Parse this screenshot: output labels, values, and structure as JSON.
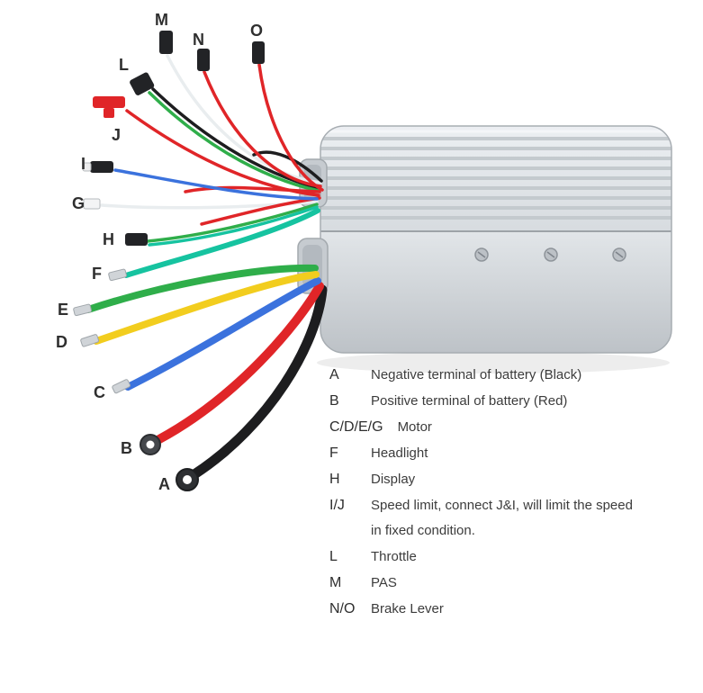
{
  "wire_labels": {
    "M": "M",
    "N": "N",
    "O": "O",
    "L": "L",
    "J": "J",
    "I": "I",
    "G": "G",
    "H": "H",
    "F": "F",
    "E": "E",
    "D": "D",
    "C": "C",
    "B": "B",
    "A": "A"
  },
  "legend": {
    "items": [
      {
        "key": "A",
        "text": "Negative terminal of battery (Black)"
      },
      {
        "key": "B",
        "text": "Positive terminal of battery (Red)"
      },
      {
        "key": "C/D/E/G",
        "text": "Motor"
      },
      {
        "key": "F",
        "text": "Headlight"
      },
      {
        "key": "H",
        "text": "Display"
      },
      {
        "key": "I/J",
        "text": "Speed limit, connect J&I, will limit the speed",
        "text2": "in fixed condition."
      },
      {
        "key": "L",
        "text": "Throttle"
      },
      {
        "key": "M",
        "text": "PAS"
      },
      {
        "key": "N/O",
        "text": "Brake Lever"
      }
    ]
  },
  "colors": {
    "red": "#e02528",
    "black": "#1d1d1f",
    "green": "#2fae4a",
    "yellow": "#f2cd1e",
    "blue": "#3b72dd",
    "teal": "#16c3a0",
    "white_wire": "#e9edef",
    "silver": "#d0d4d8",
    "connector_dark": "#222326",
    "label_text": "#2f2f2f"
  }
}
